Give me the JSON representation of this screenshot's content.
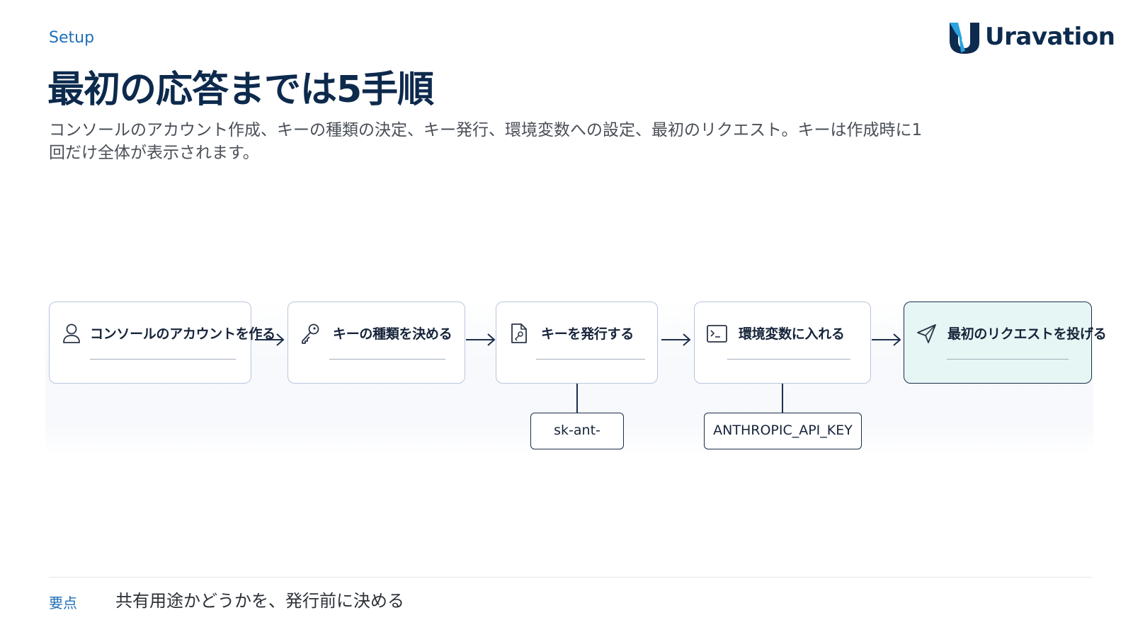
{
  "header": {
    "eyebrow": "Setup",
    "logo_text": "Uravation",
    "title": "最初の応答までは5手順",
    "subtitle": "コンソールのアカウント作成、キーの種類の決定、キー発行、環境変数への設定、最初のリクエスト。キーは作成時に1回だけ全体が表示されます。"
  },
  "flow": {
    "steps": [
      {
        "label": "コンソールのアカウントを作る",
        "icon": "user-icon"
      },
      {
        "label": "キーの種類を決める",
        "icon": "key-icon"
      },
      {
        "label": "キーを発行する",
        "icon": "key-document-icon"
      },
      {
        "label": "環境変数に入れる",
        "icon": "terminal-icon"
      },
      {
        "label": "最初のリクエストを投げる",
        "icon": "send-icon"
      }
    ],
    "tags": {
      "key_prefix": "sk-ant-",
      "env_var": "ANTHROPIC_API_KEY"
    },
    "colors": {
      "step_border": "#b9c6dd",
      "final_border": "#1c2e4a",
      "final_fill": "#e6f6f4",
      "accent": "#1f6fb8"
    }
  },
  "footer": {
    "label": "要点",
    "text": "共有用途かどうかを、発行前に決める"
  }
}
